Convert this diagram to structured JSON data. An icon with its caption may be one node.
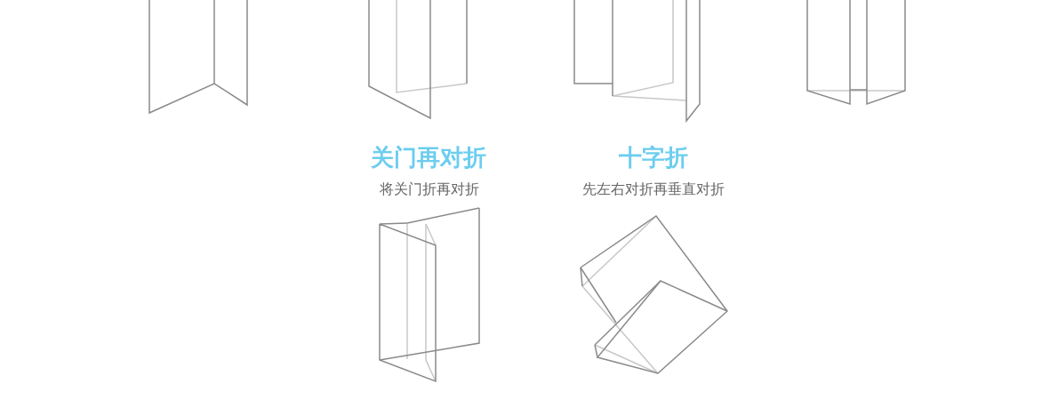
{
  "diagram": {
    "labels": [
      "关门再对折",
      "将关门折再对折",
      "十字折",
      "先左右对折再垂直对折"
    ]
  }
}
